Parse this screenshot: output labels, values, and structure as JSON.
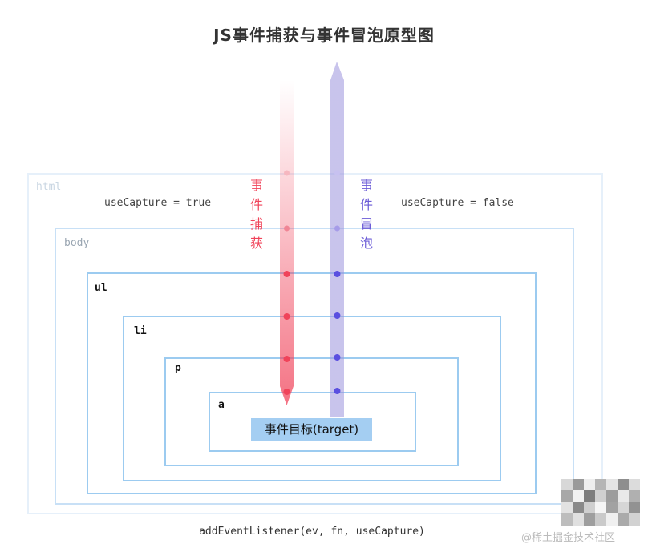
{
  "title": "JS事件捕获与事件冒泡原型图",
  "boxes": {
    "html": "html",
    "body": "body",
    "ul": "ul",
    "li": "li",
    "p": "p",
    "a": "a"
  },
  "use_capture_true": "useCapture = true",
  "use_capture_false": "useCapture = false",
  "capture_label": [
    "事",
    "件",
    "捕",
    "获"
  ],
  "bubble_label": [
    "事",
    "件",
    "冒",
    "泡"
  ],
  "target_label": "事件目标(target)",
  "footer": "addEventListener(ev, fn, useCapture)",
  "watermark": "@稀土掘金技术社区",
  "colors": {
    "capture": "#f0435a",
    "bubble": "#5a4fe0",
    "box_border": "#9ccbf0",
    "target_bg": "#a4cef2"
  }
}
